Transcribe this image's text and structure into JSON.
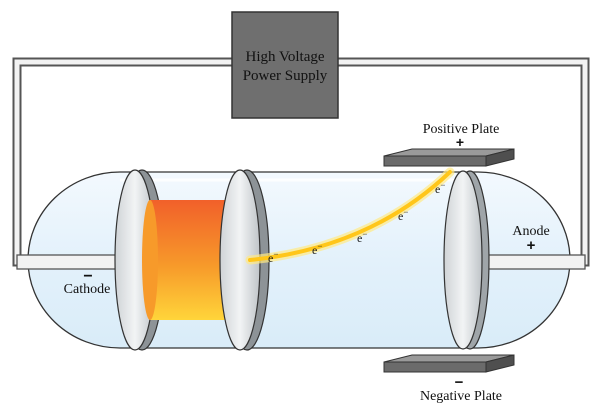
{
  "power_supply": {
    "line1": "High Voltage",
    "line2": "Power Supply"
  },
  "positive_plate": {
    "label": "Positive Plate",
    "sign": "+"
  },
  "negative_plate": {
    "label": "Negative Plate",
    "sign": "−"
  },
  "anode": {
    "label": "Anode",
    "sign": "+"
  },
  "cathode": {
    "label": "Cathode",
    "sign": "−"
  },
  "electron_symbol": "e",
  "electron_superscript": "−",
  "colors": {
    "power_supply_fill": "#6f6f6f",
    "plate_fill": "#6b6b6b",
    "tube_glass": "#e6f3fb",
    "beam": "#ffd21f",
    "cathode_hot": "#f16a22",
    "cathode_warm": "#ffcb2e"
  }
}
